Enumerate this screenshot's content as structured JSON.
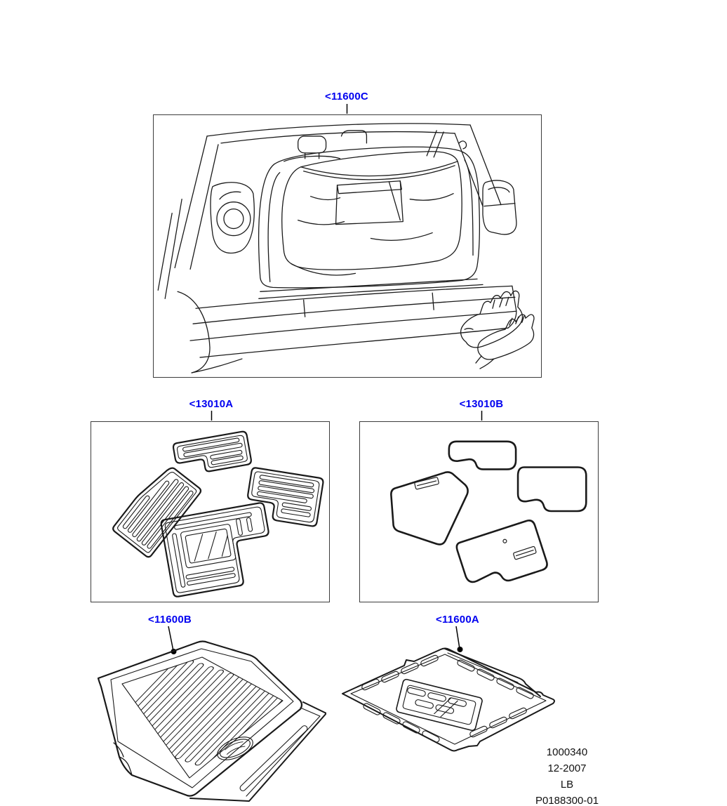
{
  "colors": {
    "part_link_blue": "#0000f0",
    "line_art": "#1a1a1a",
    "frame_border": "#3c3c3c",
    "background": "#ffffff"
  },
  "part_labels": [
    {
      "id": "11600C",
      "text": "<11600C"
    },
    {
      "id": "13010A",
      "text": "<13010A"
    },
    {
      "id": "13010B",
      "text": "<13010B"
    },
    {
      "id": "11600B",
      "text": "<11600B"
    },
    {
      "id": "11600A",
      "text": "<11600A"
    }
  ],
  "illustrations": [
    {
      "name": "vehicle-rear-cargo-bag-with-gloves-illustration"
    },
    {
      "name": "rubber-floor-mat-set-illustration"
    },
    {
      "name": "carpet-floor-mat-set-illustration"
    },
    {
      "name": "loadspace-rubber-tray-illustration"
    },
    {
      "name": "loadspace-flat-mat-illustration"
    }
  ],
  "footer": {
    "lines": [
      "1000340",
      "12-2007",
      "LB",
      "P0188300-01"
    ]
  }
}
